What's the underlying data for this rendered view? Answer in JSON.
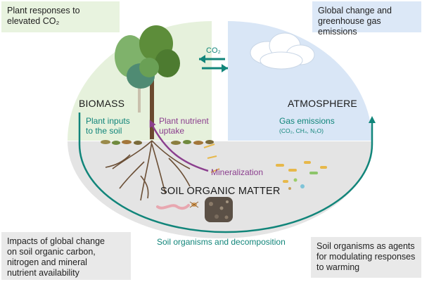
{
  "boxes": {
    "top_left": {
      "line1": "Plant responses to",
      "line2": "elevated CO₂"
    },
    "top_right": {
      "line1": "Global change and",
      "line2": "greenhouse gas emissions"
    },
    "bottom_left": {
      "line1": "Impacts of global change",
      "line2": "on soil organic carbon,",
      "line3": "nitrogen and mineral",
      "line4": "nutrient availability"
    },
    "bottom_right": {
      "line1": "Soil organisms as agents",
      "line2": "for modulating responses",
      "line3": "to warming"
    }
  },
  "compartments": {
    "biomass": "BIOMASS",
    "atmosphere": "ATMOSPHERE",
    "soil_organic_matter": "SOIL ORGANIC MATTER"
  },
  "fluxes": {
    "co2": "CO₂",
    "plant_inputs_line1": "Plant inputs",
    "plant_inputs_line2": "to the soil",
    "plant_uptake_line1": "Plant nutrient",
    "plant_uptake_line2": "uptake",
    "mineralization": "Mineralization",
    "gas_emissions": "Gas emissions",
    "gas_species": "(CO₂, CH₄, N₂O)",
    "soil_organisms": "Soil organisms and decomposition"
  },
  "colors": {
    "biomass_bg": "#e6f1dc",
    "atmosphere_bg": "#d9e6f6",
    "soil_bg": "#e4e4e4",
    "teal_arrow": "#11857a",
    "purple_arrow": "#8b3f8e"
  },
  "icons": [
    "tree-icon",
    "cloud-icon",
    "roots-icon",
    "earthworm-icon",
    "microbe-icon",
    "soil-aggregate-icon",
    "mite-icon"
  ]
}
